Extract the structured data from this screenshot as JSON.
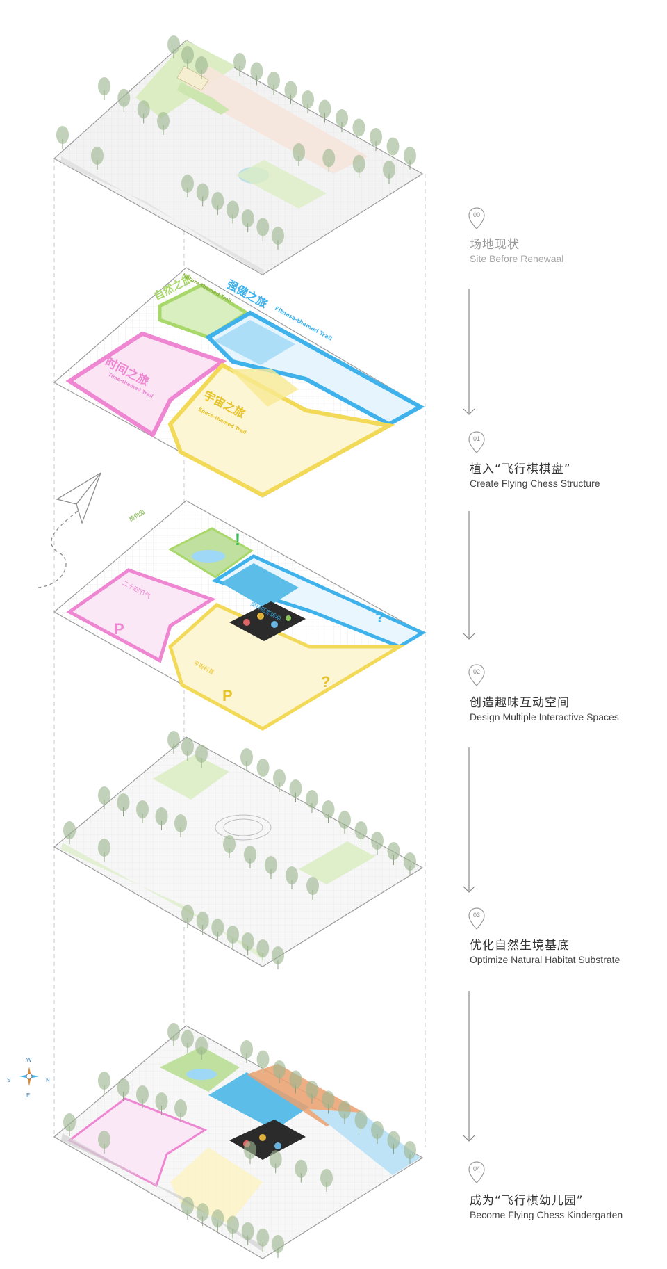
{
  "layers": [
    {
      "num": "00",
      "title_cn": "场地现状",
      "title_en": "Site  Before Renewaal",
      "muted": true
    },
    {
      "num": "01",
      "title_cn": "植入“飞行棋棋盘”",
      "title_en": "Create  Flying Chess  Structure",
      "muted": false
    },
    {
      "num": "02",
      "title_cn": "创造趣味互动空间",
      "title_en": "Design Multiple Interactive Spaces",
      "muted": false
    },
    {
      "num": "03",
      "title_cn": "优化自然生境基底",
      "title_en": "Optimize Natural Habitat Substrate",
      "muted": false
    },
    {
      "num": "04",
      "title_cn": "成为“飞行棋幼儿园”",
      "title_en": "Become Flying Chess Kindergarten",
      "muted": false
    }
  ],
  "trail_labels": {
    "nature_cn": "自然之旅",
    "nature_en": "Nature-themed Trail",
    "fitness_cn": "强健之旅",
    "fitness_en": "Fitness-themed Trail",
    "time_cn": "时间之旅",
    "time_en": "Time-themed Trail",
    "space_cn": "宇宙之旅",
    "space_en": "Space-themed Trail"
  },
  "zone_labels": {
    "solar_terms": "二十四节气",
    "sports": "奥林匹克运动",
    "cosmos": "宇宙科普",
    "plants": "植物园"
  },
  "markers": {
    "exclaim": "!",
    "question": "?",
    "p": "P"
  },
  "compass": {
    "n": "N",
    "s": "S",
    "e": "E",
    "w": "W"
  },
  "colors": {
    "pink": "#ee86d2",
    "blue": "#3fb2ec",
    "green": "#a9d86a",
    "yellow": "#f2da58",
    "tree": "#9cb690",
    "site_line": "#9a9a9a",
    "arrow": "#8a8a8a"
  }
}
